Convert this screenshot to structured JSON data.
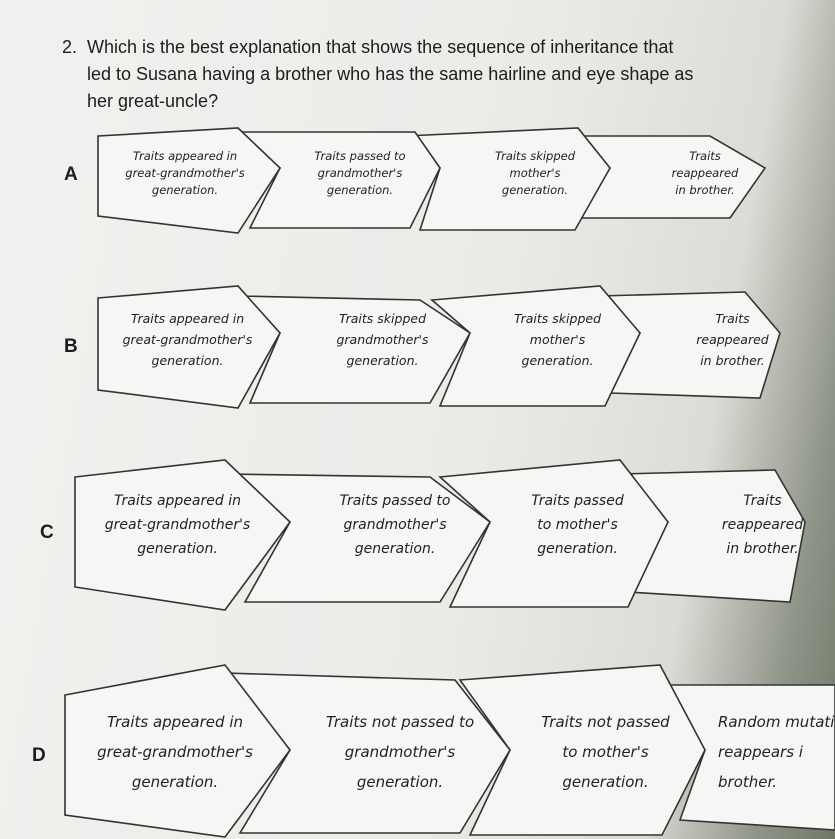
{
  "question": {
    "number": "2.",
    "text": "Which is the best explanation that shows the sequence of inheritance that led to Susana having a brother who has the same hairline and eye shape as her great-uncle?"
  },
  "options": [
    {
      "letter": "A",
      "steps": [
        "Traits appeared in\ngreat-grandmother's\ngeneration.",
        "Traits passed to\ngrandmother's\ngeneration.",
        "Traits skipped\nmother's\ngeneration.",
        "Traits\nreappeared\nin brother."
      ]
    },
    {
      "letter": "B",
      "steps": [
        "Traits appeared in\ngreat-grandmother's\ngeneration.",
        "Traits skipped\ngrandmother's\ngeneration.",
        "Traits skipped\nmother's\ngeneration.",
        "Traits\nreappeared\nin brother."
      ]
    },
    {
      "letter": "C",
      "steps": [
        "Traits appeared in\ngreat-grandmother's\ngeneration.",
        "Traits passed to\ngrandmother's\ngeneration.",
        "Traits passed\nto mother's\ngeneration.",
        "Traits\nreappeared\nin brother."
      ]
    },
    {
      "letter": "D",
      "steps": [
        "Traits appeared in\ngreat-grandmother's\ngeneration.",
        "Traits not passed to\ngrandmother's\ngeneration.",
        "Traits not passed\nto mother's\ngeneration.",
        "Random mutati\nreappears i\nbrother."
      ]
    }
  ]
}
